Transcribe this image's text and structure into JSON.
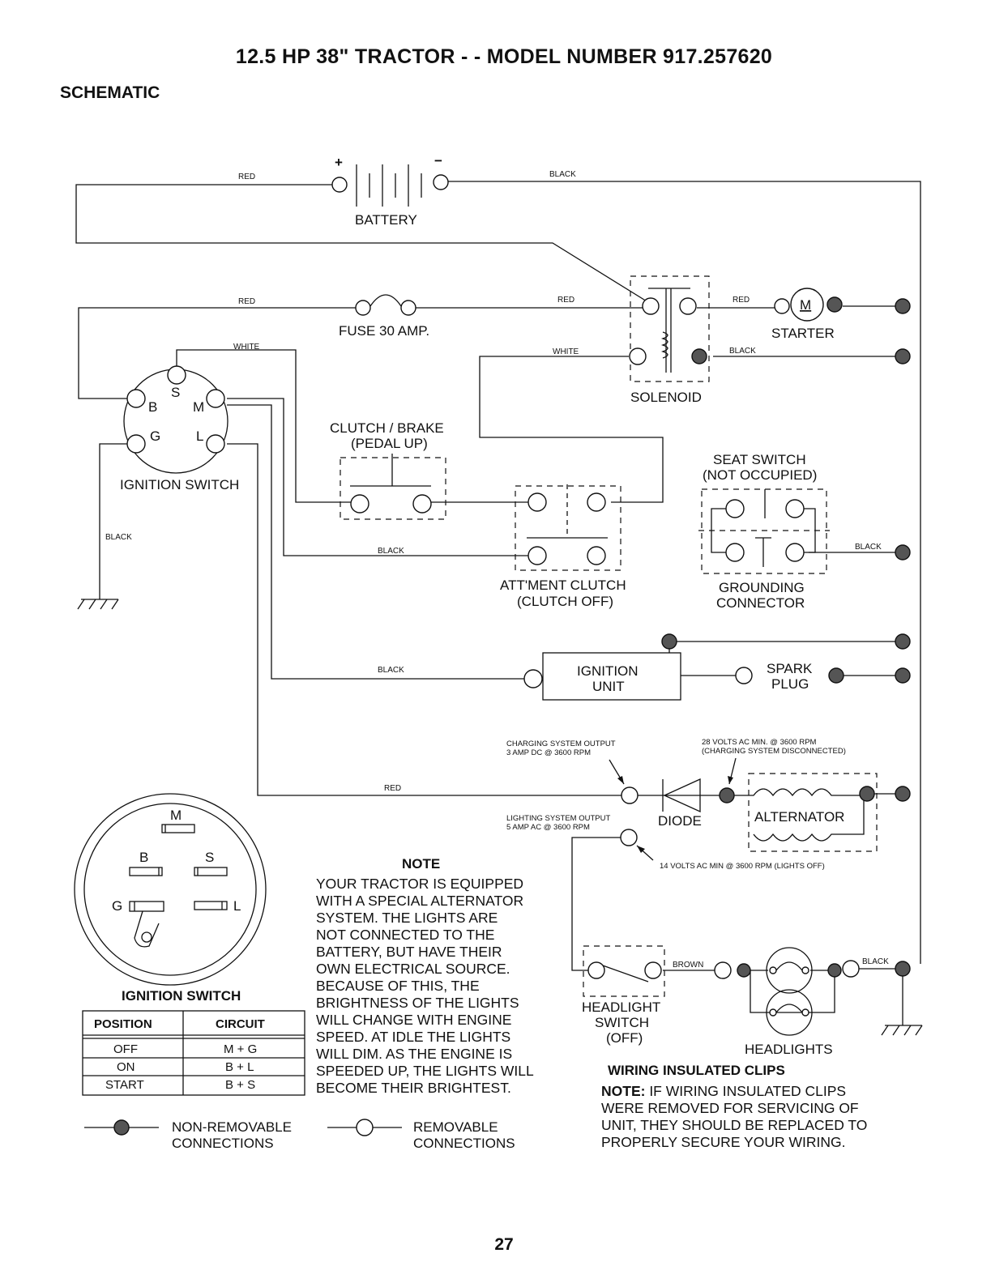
{
  "page": {
    "title": "12.5 HP 38\" TRACTOR - - MODEL NUMBER 917.257620",
    "subtitle": "SCHEMATIC",
    "page_number": "27"
  },
  "battery": {
    "label": "BATTERY",
    "plus": "+",
    "minus": "−"
  },
  "components": {
    "fuse": "FUSE 30 AMP.",
    "starter": "STARTER",
    "starter_motor": "M",
    "solenoid": "SOLENOID",
    "ignition_switch": "IGNITION SWITCH",
    "clutch_brake_1": "CLUTCH / BRAKE",
    "clutch_brake_2": "(PEDAL UP)",
    "seat_switch_1": "SEAT SWITCH",
    "seat_switch_2": "(NOT OCCUPIED)",
    "attment_clutch_1": "ATT'MENT CLUTCH",
    "attment_clutch_2": "(CLUTCH OFF)",
    "grounding_1": "GROUNDING",
    "grounding_2": "CONNECTOR",
    "ignition_unit_1": "IGNITION",
    "ignition_unit_2": "UNIT",
    "spark_plug_1": "SPARK",
    "spark_plug_2": "PLUG",
    "diode": "DIODE",
    "alternator": "ALTERNATOR",
    "headlight_switch_1": "HEADLIGHT",
    "headlight_switch_2": "SWITCH",
    "headlight_switch_3": "(OFF)",
    "headlights": "HEADLIGHTS"
  },
  "switch_terminals": {
    "b": "B",
    "s": "S",
    "m": "M",
    "g": "G",
    "l": "L"
  },
  "wires": {
    "red_1": "RED",
    "black_1": "BLACK",
    "red_2": "RED",
    "red_3": "RED",
    "red_4": "RED",
    "white_1": "WHITE",
    "white_2": "WHITE",
    "black_2": "BLACK",
    "black_3": "BLACK",
    "black_4": "BLACK",
    "black_5": "BLACK",
    "red_5": "RED",
    "brown": "BROWN",
    "black_6": "BLACK"
  },
  "annotations": {
    "charging_1": "CHARGING SYSTEM OUTPUT",
    "charging_2": "3 AMP DC @ 3600 RPM",
    "volts28_1": "28 VOLTS AC MIN. @ 3600 RPM",
    "volts28_2": "(CHARGING SYSTEM DISCONNECTED)",
    "lighting_1": "LIGHTING SYSTEM OUTPUT",
    "lighting_2": "5 AMP AC @ 3600 RPM",
    "volts14": "14 VOLTS AC MIN  @ 3600 RPM (LIGHTS OFF)"
  },
  "note": {
    "heading": "NOTE",
    "lines": [
      "YOUR TRACTOR IS EQUIPPED",
      "WITH A SPECIAL ALTERNATOR",
      "SYSTEM.  THE LIGHTS ARE",
      "NOT CONNECTED TO  THE",
      "BATTERY, BUT HAVE THEIR",
      "OWN ELECTRICAL SOURCE.",
      "BECAUSE OF THIS, THE",
      "BRIGHTNESS OF THE LIGHTS",
      "WILL CHANGE WITH ENGINE",
      "SPEED.  AT IDLE THE LIGHTS",
      "WILL DIM. AS THE ENGINE IS",
      "SPEEDED UP, THE LIGHTS WILL",
      "BECOME THEIR BRIGHTEST."
    ]
  },
  "clips_note": {
    "heading": "WIRING INSULATED CLIPS",
    "prefix": "NOTE:",
    "lines": [
      " IF WIRING INSULATED CLIPS",
      "WERE REMOVED FOR SERVICING OF",
      "UNIT, THEY SHOULD BE REPLACED TO",
      "PROPERLY SECURE YOUR WIRING."
    ]
  },
  "ignition_table": {
    "title": "IGNITION SWITCH",
    "headers": [
      "POSITION",
      "CIRCUIT"
    ],
    "rows": [
      [
        "OFF",
        "M + G"
      ],
      [
        "ON",
        "B + L"
      ],
      [
        "START",
        "B + S"
      ]
    ]
  },
  "legend": {
    "non_removable_1": "NON-REMOVABLE",
    "non_removable_2": "CONNECTIONS",
    "removable_1": "REMOVABLE",
    "removable_2": "CONNECTIONS"
  }
}
